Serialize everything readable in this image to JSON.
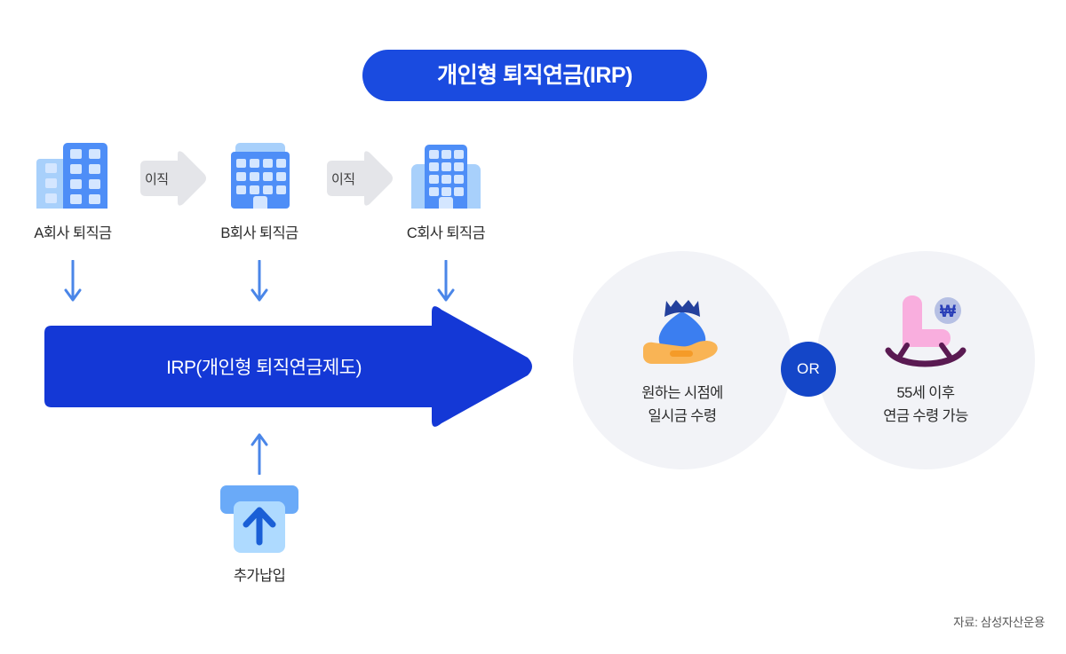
{
  "title": {
    "text": "개인형 퇴직연금(IRP)"
  },
  "colors": {
    "brand_blue": "#1a4be0",
    "arrow_blue": "#1438d6",
    "or_blue": "#1446c8",
    "building_dark": "#4e8ef7",
    "building_light": "#a8d0fb",
    "window": "#d4e6ff",
    "transfer_arrow_gray": "#e4e5e9",
    "small_arrow_blue": "#4a86e8",
    "circle_bg": "#f2f3f7",
    "bag_blue": "#3b7ef0",
    "bag_knot": "#23409c",
    "hand_orange": "#f9b455",
    "chair_pink": "#f9aede",
    "chair_rocker": "#5a1a52",
    "won_badge": "#b6c0e4",
    "won_symbol": "#2a3fb8",
    "text_dark": "#2b2b2b",
    "source_text": "#5a5a5a"
  },
  "companies": [
    {
      "icon": "building-a-icon",
      "label": "A회사 퇴직금"
    },
    {
      "icon": "building-b-icon",
      "label": "B회사 퇴직금"
    },
    {
      "icon": "building-c-icon",
      "label": "C회사 퇴직금"
    }
  ],
  "transfers": [
    {
      "icon": "transfer-arrow-icon",
      "label": "이직"
    },
    {
      "icon": "transfer-arrow-icon",
      "label": "이직"
    }
  ],
  "irp_bar": {
    "label": "IRP(개인형 퇴직연금제도)",
    "icon": "right-arrow-icon"
  },
  "deposit": {
    "icon": "deposit-up-icon",
    "arrow_icon": "up-arrow-icon",
    "label": "추가납입"
  },
  "down_arrows": [
    {
      "icon": "down-arrow-icon"
    },
    {
      "icon": "down-arrow-icon"
    },
    {
      "icon": "down-arrow-icon"
    }
  ],
  "options": {
    "connector": "OR",
    "left": {
      "icon": "money-bag-in-hand-icon",
      "text": "원하는 시점에\n일시금 수령"
    },
    "right": {
      "icon": "rocking-chair-icon",
      "badge_icon": "won-currency-icon",
      "text": "55세 이후\n연금 수령 가능"
    }
  },
  "source": {
    "text": "자료: 삼성자산운용"
  }
}
